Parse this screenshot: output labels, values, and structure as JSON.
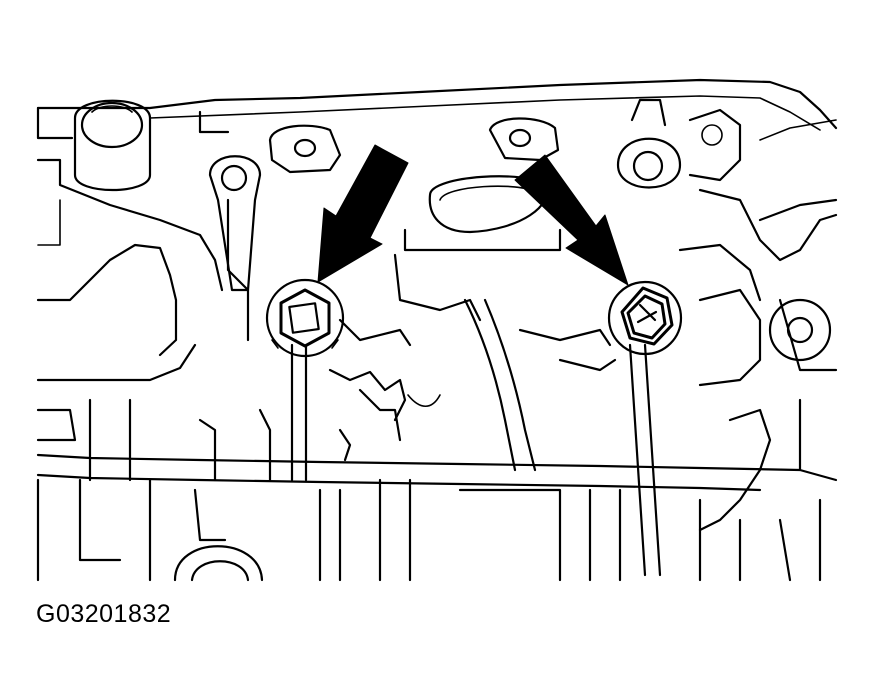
{
  "figure": {
    "code": "G03201832"
  },
  "colors": {
    "line": "#000000",
    "background": "#ffffff"
  },
  "callouts": [
    {
      "name": "left-bolt-arrow",
      "icon": "arrow-down-left"
    },
    {
      "name": "right-bolt-arrow",
      "icon": "arrow-down-right"
    }
  ]
}
